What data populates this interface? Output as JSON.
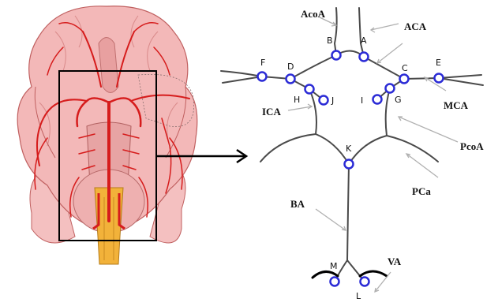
{
  "labels": {
    "acoa": "AcoA",
    "aca": "ACA",
    "mca": "MCA",
    "ica": "ICA",
    "pcoa": "PcoA",
    "pca": "PCa",
    "ba": "BA",
    "va": "VA"
  },
  "nodes": {
    "A": "A",
    "B": "B",
    "C": "C",
    "D": "D",
    "E": "E",
    "F": "F",
    "G": "G",
    "H": "H",
    "I": "I",
    "J": "J",
    "K": "K",
    "L": "L",
    "M": "M"
  },
  "colors": {
    "vessel": "#4a4a4a",
    "node": "#2b2bd6",
    "artery": "#d61c1c",
    "brain": "#f3b8b8",
    "brain_outline": "#c06060",
    "spinal": "#f2b23a",
    "pointer": "#b0b0b0"
  }
}
